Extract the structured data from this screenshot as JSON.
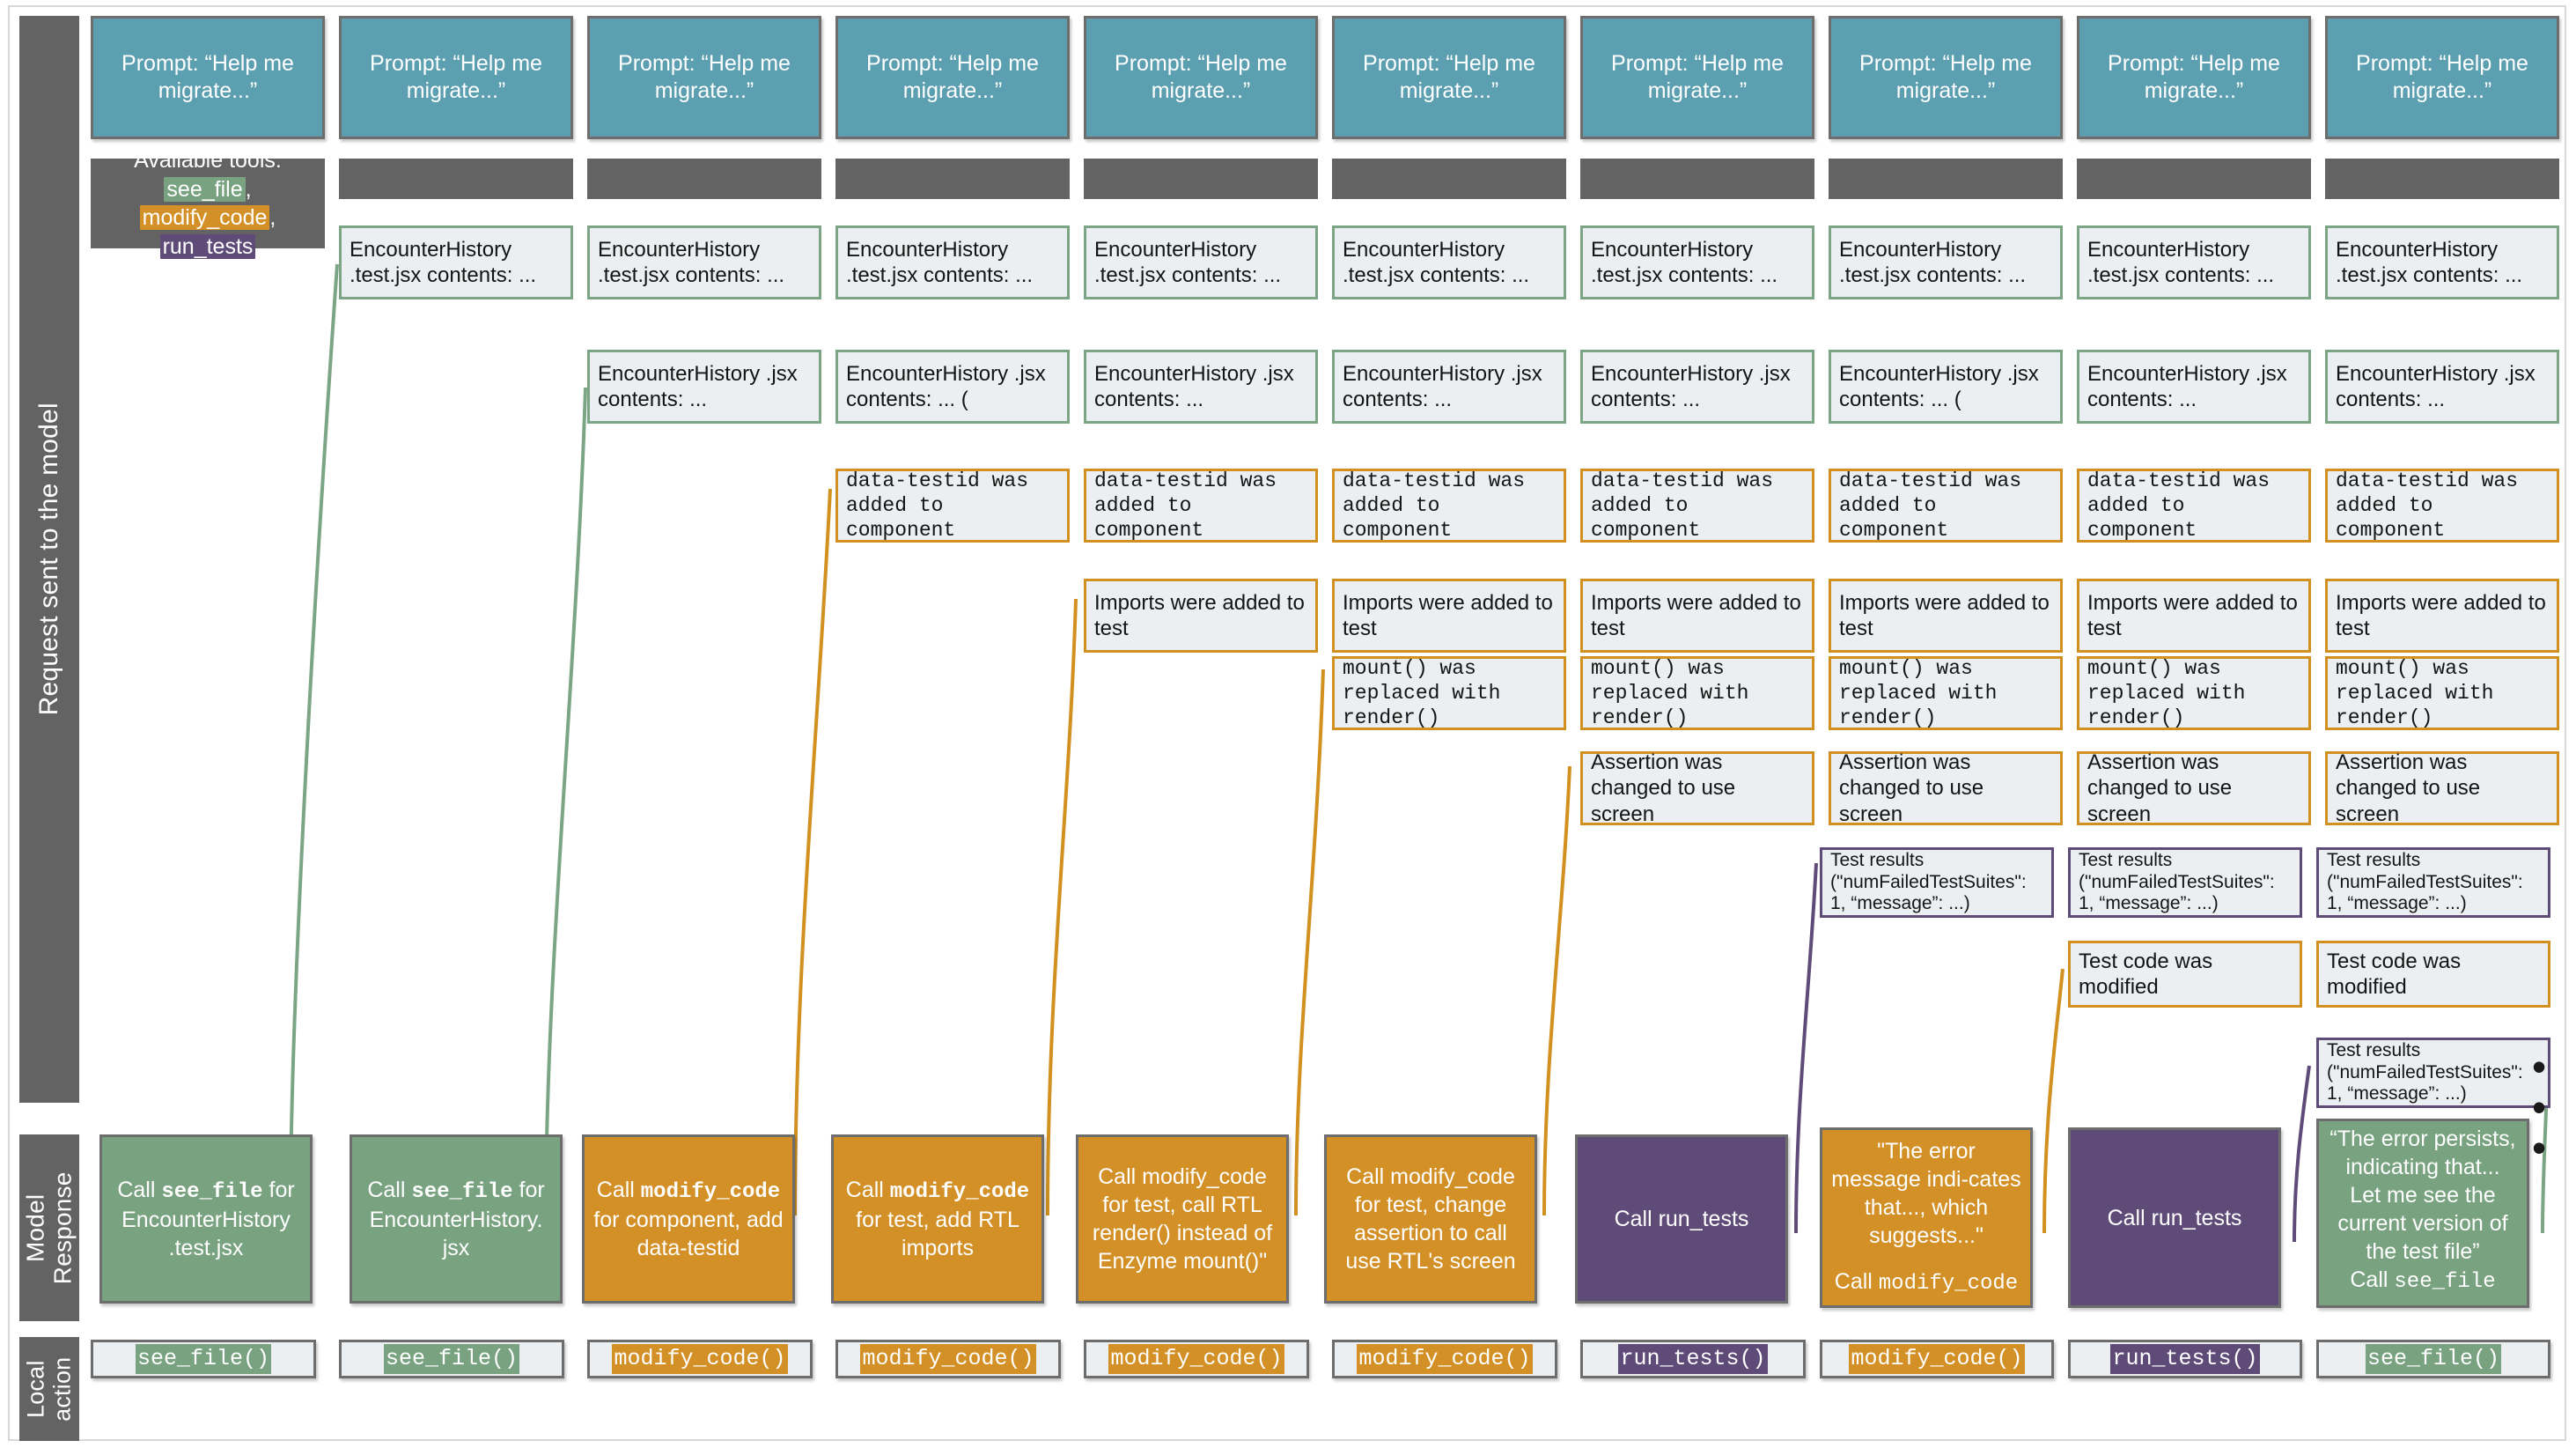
{
  "row_labels": {
    "request": "Request sent to the model",
    "response": "Model\nResponse",
    "local_action": "Local\naction"
  },
  "colors": {
    "prompt": "#5b9fb0",
    "see_file": "#79a281",
    "modify_code": "#d39026",
    "run_tests": "#5f4b78",
    "label_bar": "#636363",
    "message_bg": "#eceff1"
  },
  "prompt_label": "Prompt: “Help me migrate...”",
  "tools": {
    "heading": "Available tools:",
    "items": [
      "see_file",
      "modify_code",
      "run_tests"
    ],
    "separator": ","
  },
  "messages": {
    "test_file": "EncounterHistory .test.jsx contents: ...",
    "component_file": "EncounterHistory .jsx contents: ...",
    "component_file_paren": "EncounterHistory .jsx contents: ... (",
    "testid_added": "data-testid was added to component",
    "imports_added": "Imports were added to test",
    "mount_replaced": "mount() was replaced with render()",
    "assertion_changed": "Assertion was changed to use screen",
    "test_results": "Test results (\"numFailedTestSuites\": 1, “message”: ...)",
    "test_code_modified": "Test code was modified"
  },
  "responses": {
    "see_file_test": "Call see_file for EncounterHistory .test.jsx",
    "see_file_component": "Call see_file for EncounterHistory. jsx",
    "modify_component_testid": "Call modify_code for component, add data-testid",
    "modify_test_imports": "Call modify_code for test, add RTL imports",
    "modify_test_render": "Call modify_code for test, call RTL render() instead of Enzyme mount()\"",
    "modify_test_assertion": "Call modify_code for test, change assertion to call use RTL's screen",
    "run_tests": "Call run_tests",
    "error_indicates": "\"The error message indi-cates that..., which suggests...\"",
    "error_indicates_call": "Call modify_code",
    "error_persists": "“The error persists, indicating that... Let me see the current version of the test file”",
    "error_persists_call": "Call see_file"
  },
  "actions": {
    "see_file": "see_file()",
    "modify_code": "modify_code()",
    "run_tests": "run_tests()"
  },
  "ellipsis": "• • •",
  "columns": [
    {
      "index": 1,
      "messages": [],
      "response": "see_file_test",
      "response_color": "green",
      "action": "see_file",
      "action_color": "green"
    },
    {
      "index": 2,
      "messages": [
        "test_file"
      ],
      "response": "see_file_component",
      "response_color": "green",
      "action": "see_file",
      "action_color": "green"
    },
    {
      "index": 3,
      "messages": [
        "test_file",
        "component_file"
      ],
      "response": "modify_component_testid",
      "response_color": "orange",
      "action": "modify_code",
      "action_color": "orange"
    },
    {
      "index": 4,
      "messages": [
        "test_file",
        "component_file_paren",
        "testid_added"
      ],
      "response": "modify_test_imports",
      "response_color": "orange",
      "action": "modify_code",
      "action_color": "orange"
    },
    {
      "index": 5,
      "messages": [
        "test_file",
        "component_file",
        "testid_added",
        "imports_added"
      ],
      "response": "modify_test_render",
      "response_color": "orange",
      "action": "modify_code",
      "action_color": "orange"
    },
    {
      "index": 6,
      "messages": [
        "test_file",
        "component_file",
        "testid_added",
        "imports_added",
        "mount_replaced"
      ],
      "response": "modify_test_assertion",
      "response_color": "orange",
      "action": "modify_code",
      "action_color": "orange"
    },
    {
      "index": 7,
      "messages": [
        "test_file",
        "component_file",
        "testid_added",
        "imports_added",
        "mount_replaced",
        "assertion_changed"
      ],
      "response": "run_tests",
      "response_color": "purple",
      "action": "run_tests",
      "action_color": "purple"
    },
    {
      "index": 8,
      "messages": [
        "test_file",
        "component_file_paren",
        "testid_added",
        "imports_added",
        "mount_replaced",
        "assertion_changed",
        "test_results"
      ],
      "response": "error_indicates",
      "response_color": "orange",
      "action": "modify_code",
      "action_color": "orange"
    },
    {
      "index": 9,
      "messages": [
        "test_file",
        "component_file",
        "testid_added",
        "imports_added",
        "mount_replaced",
        "assertion_changed",
        "test_results",
        "test_code_modified"
      ],
      "response": "run_tests",
      "response_color": "purple",
      "action": "run_tests",
      "action_color": "purple"
    },
    {
      "index": 10,
      "messages": [
        "test_file",
        "component_file",
        "testid_added",
        "imports_added",
        "mount_replaced",
        "assertion_changed",
        "test_results",
        "test_code_modified",
        "test_results"
      ],
      "response": "error_persists",
      "response_color": "green",
      "action": "see_file",
      "action_color": "green"
    }
  ]
}
